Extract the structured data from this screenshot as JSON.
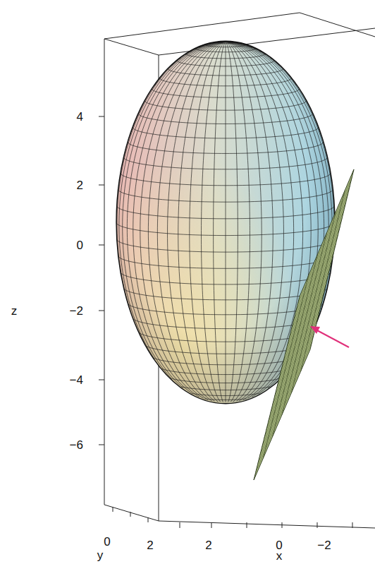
{
  "diagram": {
    "labels": [
      "4",
      "2",
      "0",
      "−2",
      "−4",
      "−6",
      "z",
      "0",
      "2",
      "y",
      "2",
      "0",
      "−2",
      "x"
    ]
  }
}
